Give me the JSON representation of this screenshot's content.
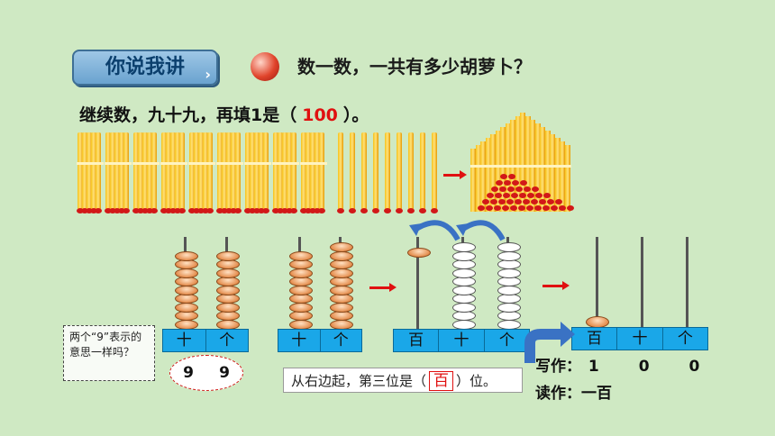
{
  "header": {
    "tag": "你说我讲",
    "question": "数一数，一共有多少胡萝卜？"
  },
  "line2": {
    "before": "继续数，九十九，再填1是（",
    "answer": "100",
    "after": "）。"
  },
  "abacus1": {
    "labels": [
      "十",
      "个"
    ],
    "values": [
      "9",
      "9"
    ]
  },
  "abacus2": {
    "labels": [
      "十",
      "个"
    ]
  },
  "abacus3": {
    "labels": [
      "百",
      "十",
      "个"
    ]
  },
  "abacus4": {
    "labels": [
      "百",
      "十",
      "个"
    ]
  },
  "note": "两个“9”表示的意思一样吗？",
  "rule": {
    "before": "从右边起，第三位是（",
    "answer": "百",
    "after": "）位。"
  },
  "write": {
    "label": "写作：",
    "digits": [
      "1",
      "0",
      "0"
    ]
  },
  "read": {
    "label": "读作：",
    "value": "一百"
  },
  "colors": {
    "accent": "#e01010",
    "base": "#1aa7e8",
    "background": "#cfe9c3"
  }
}
